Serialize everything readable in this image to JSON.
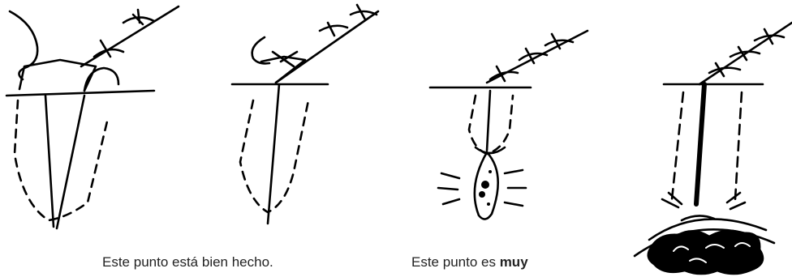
{
  "figures": [
    {
      "id": "fig-1"
    },
    {
      "id": "fig-2"
    },
    {
      "id": "fig-3"
    },
    {
      "id": "fig-4"
    }
  ],
  "captions": {
    "first": "Este punto está bien hecho.",
    "second_prefix": "Este punto es ",
    "second_bold": "muy"
  },
  "colors": {
    "ink": "#000000",
    "text": "#222222",
    "background": "#ffffff"
  }
}
